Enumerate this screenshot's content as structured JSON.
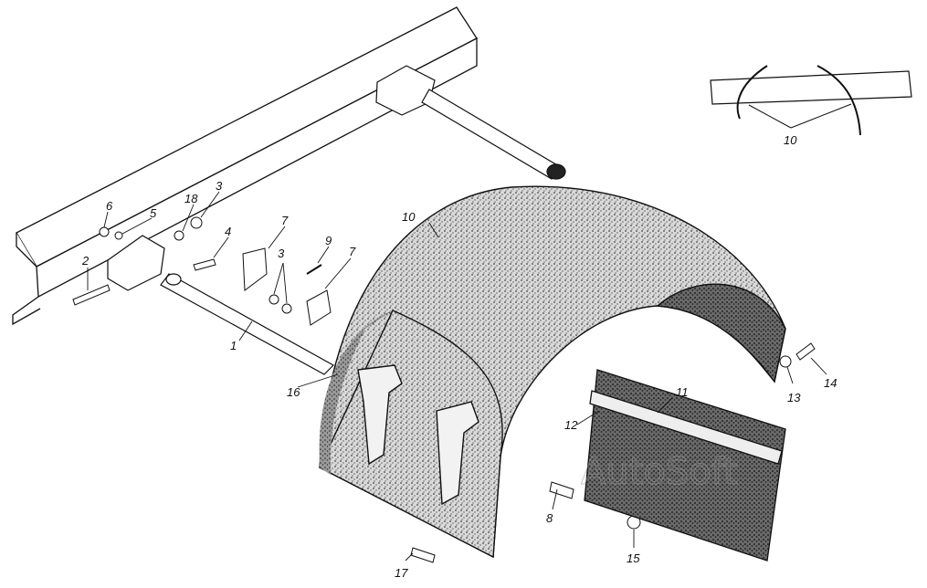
{
  "watermark": "AutoSoft",
  "callouts": {
    "c1": "1",
    "c2": "2",
    "c3a": "3",
    "c3b": "3",
    "c4": "4",
    "c5": "5",
    "c6": "6",
    "c7a": "7",
    "c7b": "7",
    "c8": "8",
    "c9": "9",
    "c10a": "10",
    "c10b": "10",
    "c11": "11",
    "c12": "12",
    "c13": "13",
    "c14": "14",
    "c15": "15",
    "c16": "16",
    "c17": "17",
    "c18": "18"
  }
}
